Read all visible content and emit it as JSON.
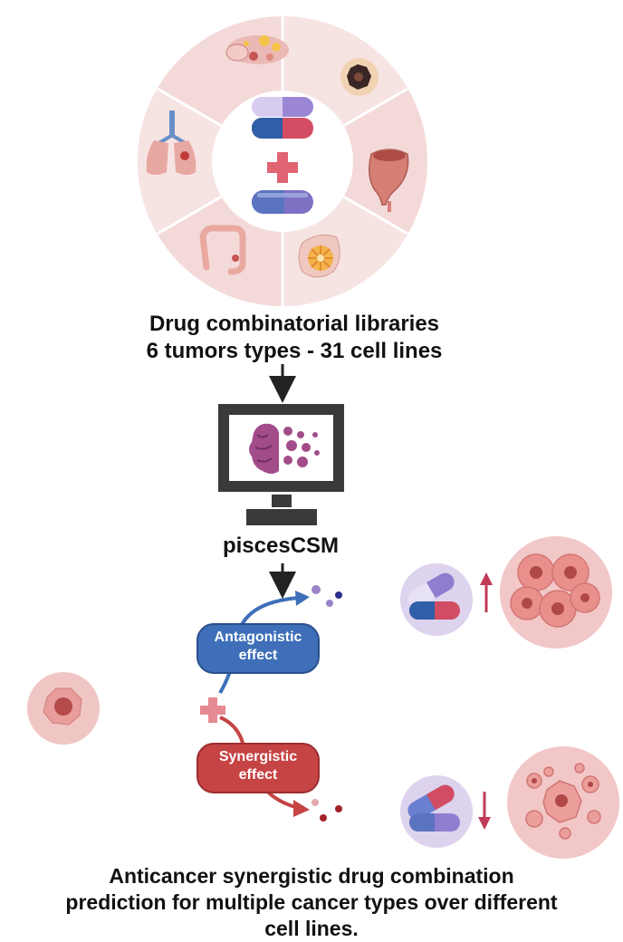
{
  "libraries": {
    "line1": "Drug combinatorial libraries",
    "line2": "6 tumors types - 31 cell lines"
  },
  "tool_name": "piscesCSM",
  "effects": {
    "antagonistic": {
      "line1": "Antagonistic",
      "line2": "effect",
      "color": "#3e6fb8"
    },
    "synergistic": {
      "line1": "Synergistic",
      "line2": "effect",
      "color": "#c64444"
    }
  },
  "conclusion": {
    "line1": "Anticancer synergistic drug combination",
    "line2": "prediction for multiple cancer types over different",
    "line3": "cell lines."
  },
  "icons": {
    "tumor_types": [
      "ovary-icon",
      "skin-tumor-icon",
      "bladder-icon",
      "breast-icon",
      "colon-icon",
      "lung-icon"
    ],
    "center": [
      "capsule-icon",
      "plus-icon",
      "capsule-icon"
    ]
  }
}
